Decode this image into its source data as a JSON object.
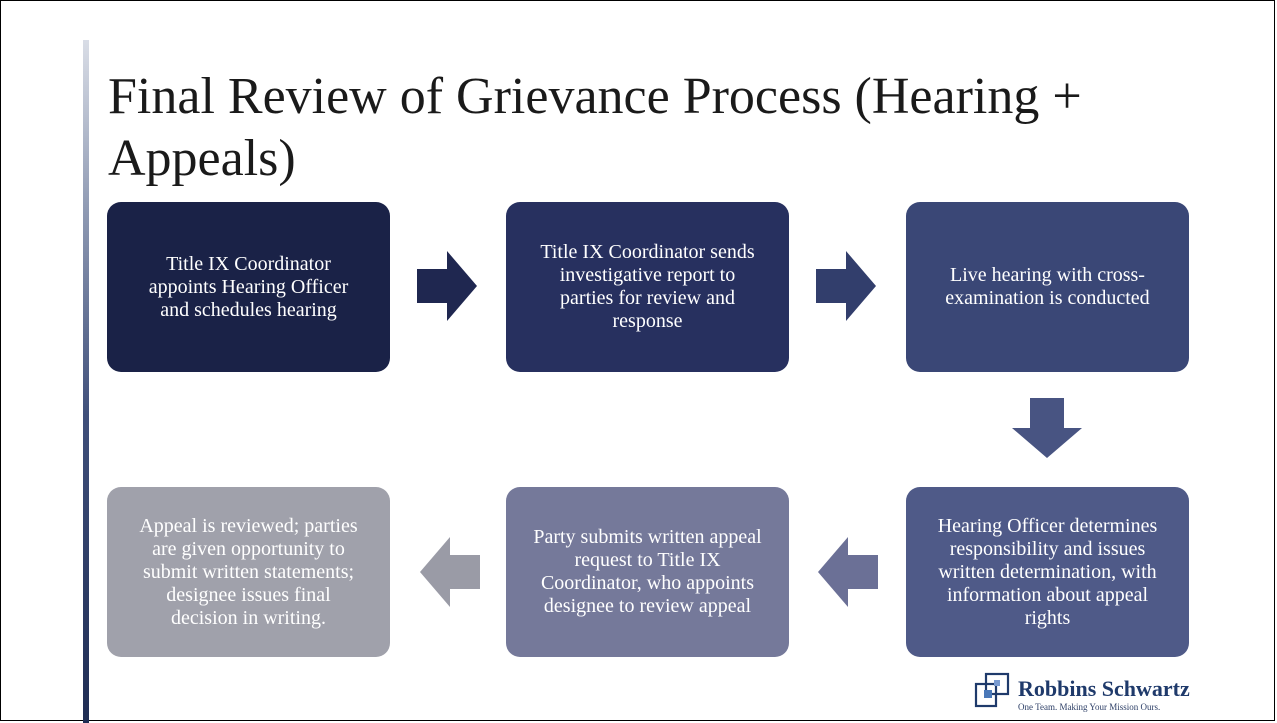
{
  "title": "Final Review of Grievance Process (Hearing + Appeals)",
  "steps": [
    {
      "text": "Title IX Coordinator appoints Hearing Officer and schedules hearing",
      "color": "#1a2247"
    },
    {
      "text": "Title IX Coordinator sends investigative report to parties for review and response",
      "color": "#27305f"
    },
    {
      "text": "Live hearing with cross-examination is conducted",
      "color": "#3a4776"
    },
    {
      "text": "Hearing Officer determines responsibility and issues written determination, with information about appeal rights",
      "color": "#4f5a88"
    },
    {
      "text": "Party submits written appeal request to Title IX Coordinator, who appoints designee to review appeal",
      "color": "#75799a"
    },
    {
      "text": "Appeal  is reviewed; parties are given opportunity to submit written statements; designee issues final decision in writing.",
      "color": "#a0a1ab"
    }
  ],
  "arrows": [
    {
      "direction": "right",
      "color": "#1f2750"
    },
    {
      "direction": "right",
      "color": "#323e6c"
    },
    {
      "direction": "down",
      "color": "#485482"
    },
    {
      "direction": "left",
      "color": "#6b7096"
    },
    {
      "direction": "left",
      "color": "#9a9ba6"
    }
  ],
  "logo": {
    "name": "Robbins Schwartz",
    "tagline": "One Team. Making Your Mission Ours."
  }
}
